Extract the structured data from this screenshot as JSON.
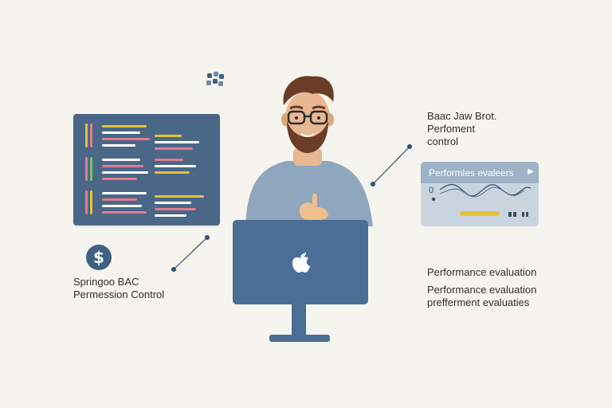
{
  "left_panel": {
    "label_line1": "Springoo BAC",
    "label_line2": "Permession Control",
    "dollar_symbol": "$"
  },
  "right_top": {
    "line1": "Baac Jaw Brot.",
    "line2": "Perfoment",
    "line3": "control"
  },
  "perf_card": {
    "title": "Performles evaleers",
    "arrow": "▶",
    "zero_label": "0"
  },
  "right_bottom": {
    "line1": "Performance evaluation",
    "line2": "Performance evaluation",
    "line3": "prefferment evaluaties"
  },
  "colors": {
    "background": "#f6f4ee",
    "panel_blue": "#4a6787",
    "monitor_blue": "#4a6e96",
    "accent_yellow": "#e6c233",
    "accent_pink": "#e27b90",
    "accent_green": "#7dbf6e"
  }
}
